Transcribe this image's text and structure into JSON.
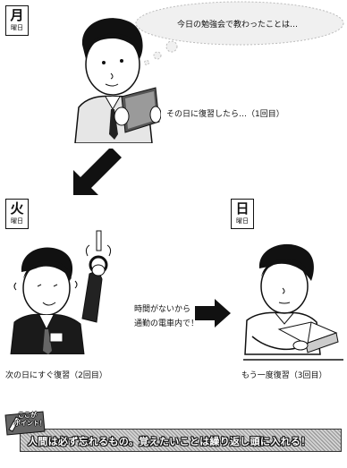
{
  "days": {
    "monday": {
      "kanji": "月",
      "label": "曜日"
    },
    "tuesday": {
      "kanji": "火",
      "label": "曜日"
    },
    "sunday": {
      "kanji": "日",
      "label": "曜日"
    }
  },
  "bubble": {
    "text": "今日の勉強会で教わったことは…"
  },
  "captions": {
    "monday": "その日に復習したら…（1回目）",
    "tuesday_speech_line1": "時間がないから",
    "tuesday_speech_line2": "通勤の電車内で！",
    "tuesday": "次の日にすぐ復習（2回目）",
    "sunday": "もう一度復習（3回目）"
  },
  "point": {
    "badge_line1": "ここが",
    "badge_line2": "ポイント！",
    "banner": "人間は必ず忘れるもの。覚えたいことは繰り返し頭に入れる！"
  }
}
